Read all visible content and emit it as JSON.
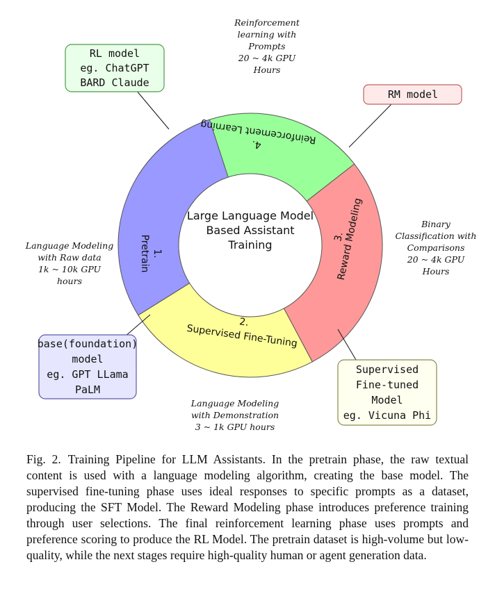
{
  "center_title": [
    "Large Language Model",
    "Based Assistant",
    "Training"
  ],
  "stages": [
    {
      "number": "1.",
      "name": "Pretrain",
      "color": "#9999ff"
    },
    {
      "number": "2.",
      "name": "Supervised Fine-Tuning",
      "color": "#ffff99"
    },
    {
      "number": "3.",
      "name": "Reward Modeling",
      "color": "#ff9999"
    },
    {
      "number": "4.",
      "name": "Reinforcement Learning",
      "color": "#99ff99"
    }
  ],
  "model_boxes": {
    "rl": {
      "lines": [
        "RL model",
        "eg. ChatGPT",
        "BARD Claude"
      ],
      "fill": "#eaffea",
      "stroke": "#4a9a4a"
    },
    "rm": {
      "lines": [
        "RM model"
      ],
      "fill": "#ffeaea",
      "stroke": "#c06060"
    },
    "base": {
      "lines": [
        "base(foundation)",
        "model",
        "eg. GPT LLama",
        "PaLM"
      ],
      "fill": "#e6e6ff",
      "stroke": "#5a5aa8"
    },
    "sft": {
      "lines": [
        "Supervised",
        "Fine-tuned",
        "Model",
        "eg. Vicuna Phi"
      ],
      "fill": "#fffff0",
      "stroke": "#8a8a4a"
    }
  },
  "notes": {
    "rl": [
      "Reinforcement",
      "learning with",
      "Prompts",
      "20 ~ 4k GPU",
      "Hours"
    ],
    "pretrain": [
      "Language Modeling",
      "with Raw data",
      "1k ~ 10k GPU",
      "hours"
    ],
    "reward": [
      "Binary",
      "Classification with",
      "Comparisons",
      "20 ~ 4k GPU",
      "Hours"
    ],
    "sft": [
      "Language Modeling",
      "with Demonstration",
      "3 ~ 1k GPU hours"
    ]
  },
  "caption": {
    "label": "Fig. 2.",
    "text": "Training Pipeline for LLM Assistants. In the pretrain phase, the raw textual content is used with a language modeling algorithm, creating the base model. The supervised fine-tuning phase uses ideal responses to specific prompts as a dataset, producing the SFT Model. The Reward Modeling phase introduces preference training through user selections. The final reinforcement learning phase uses prompts and preference scoring to produce the RL Model. The pretrain dataset is high-volume but low-quality, while the next stages require high-quality human or agent generation data."
  }
}
